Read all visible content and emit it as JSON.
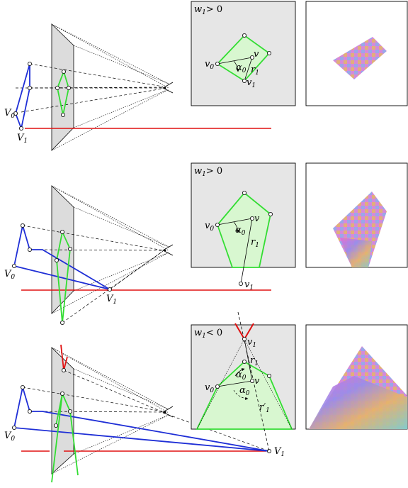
{
  "colors": {
    "blue": "#1f2fd6",
    "green": "#33dd33",
    "red": "#e01010",
    "screen_gray": "#dcdcdc",
    "panel_gray": "#e6e6e6",
    "fill_green": "#d8f7d0"
  },
  "rows": [
    {
      "case": "w1 > 0",
      "condition": {
        "var": "w",
        "sub": "1",
        "rel": "> 0"
      },
      "labels": {
        "V0": "V",
        "V0_sub": "0",
        "V1": "V",
        "V1_sub": "1",
        "v0": "v",
        "v0_sub": "0",
        "v": "v",
        "v1": "v",
        "v1_sub": "1",
        "alpha": "α",
        "alpha_sub": "0",
        "r": "r",
        "r_sub": "1"
      }
    },
    {
      "case": "w1 > 0",
      "condition": {
        "var": "w",
        "sub": "1",
        "rel": "> 0"
      },
      "labels": {
        "V0": "V",
        "V0_sub": "0",
        "V1": "V",
        "V1_sub": "1",
        "v0": "v",
        "v0_sub": "0",
        "v": "v",
        "v1": "v",
        "v1_sub": "1",
        "alpha": "α",
        "alpha_sub": "0",
        "r": "r",
        "r_sub": "1"
      }
    },
    {
      "case": "w1 < 0",
      "condition": {
        "var": "w",
        "sub": "1",
        "rel": "< 0"
      },
      "labels": {
        "V0": "V",
        "V0_sub": "0",
        "V1": "V",
        "V1_sub": "1",
        "v0": "v",
        "v0_sub": "0",
        "v": "v",
        "v1": "v",
        "v1_sub": "1",
        "alpha": "α",
        "alpha_sub": "0",
        "alpha2": "α",
        "alpha2_sub": "0",
        "r": "r",
        "r_sub": "1",
        "rprime": "r′",
        "rprime_sub": "1"
      }
    }
  ]
}
